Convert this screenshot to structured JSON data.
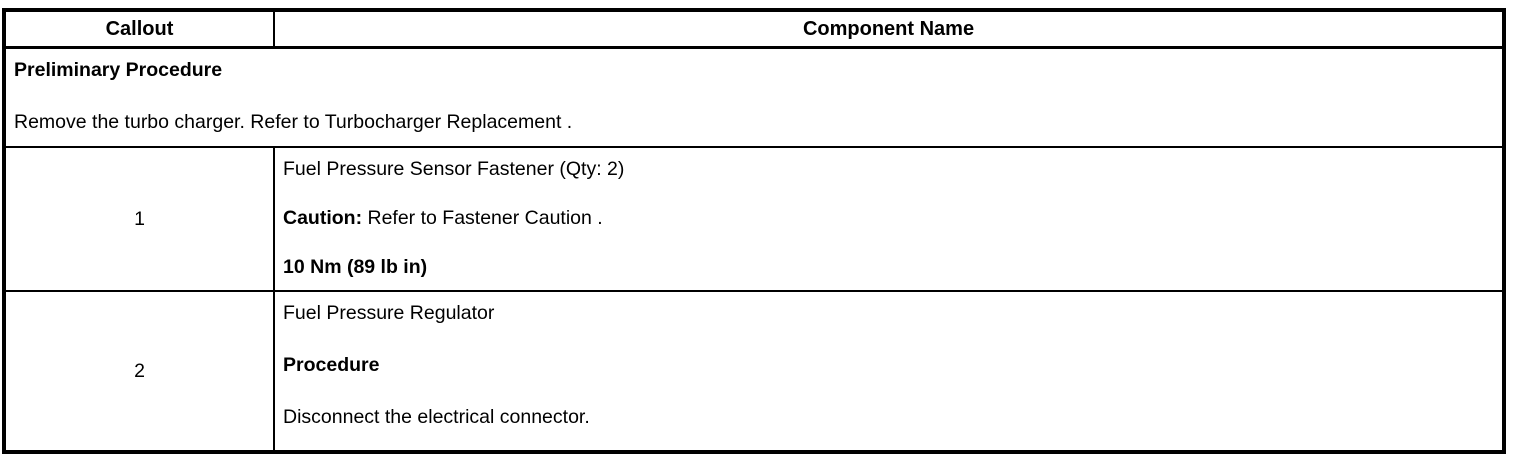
{
  "colors": {
    "border": "#000000",
    "background": "#ffffff",
    "text": "#000000"
  },
  "table": {
    "header": {
      "callout": "Callout",
      "component_name": "Component Name"
    },
    "preliminary": {
      "heading": "Preliminary Procedure",
      "instruction": "Remove the turbo charger. Refer to Turbocharger Replacement ."
    },
    "rows": [
      {
        "callout": "1",
        "component": {
          "name": "Fuel Pressure Sensor Fastener (Qty: 2)",
          "caution_label": "Caution:",
          "caution_text": " Refer to Fastener Caution .",
          "torque": "10 Nm (89 lb in)"
        }
      },
      {
        "callout": "2",
        "component": {
          "name": "Fuel Pressure Regulator",
          "procedure_label": "Procedure",
          "instruction": "Disconnect the electrical connector."
        }
      }
    ]
  }
}
